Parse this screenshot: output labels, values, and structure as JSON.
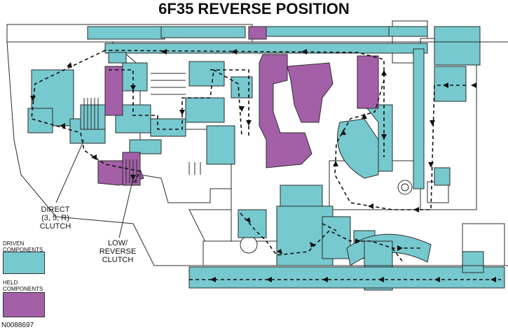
{
  "title": "6F35 REVERSE POSITION",
  "labels": {
    "direct_clutch": [
      "DIRECT",
      "(3, 5, R)",
      "CLUTCH"
    ],
    "low_reverse_clutch": [
      "LOW/",
      "REVERSE",
      "CLUTCH"
    ]
  },
  "legend": {
    "driven": {
      "lines": [
        "DRIVEN",
        "COMPONENTS"
      ],
      "color": "#76c9cf"
    },
    "held": {
      "lines": [
        "HELD",
        "COMPONENTS"
      ],
      "color": "#a360a7"
    }
  },
  "figure_id": "N0088697",
  "colors": {
    "driven": "#76c9cf",
    "held": "#a360a7",
    "outline": "#2b2b2b",
    "flow_arrow": "#111111"
  }
}
